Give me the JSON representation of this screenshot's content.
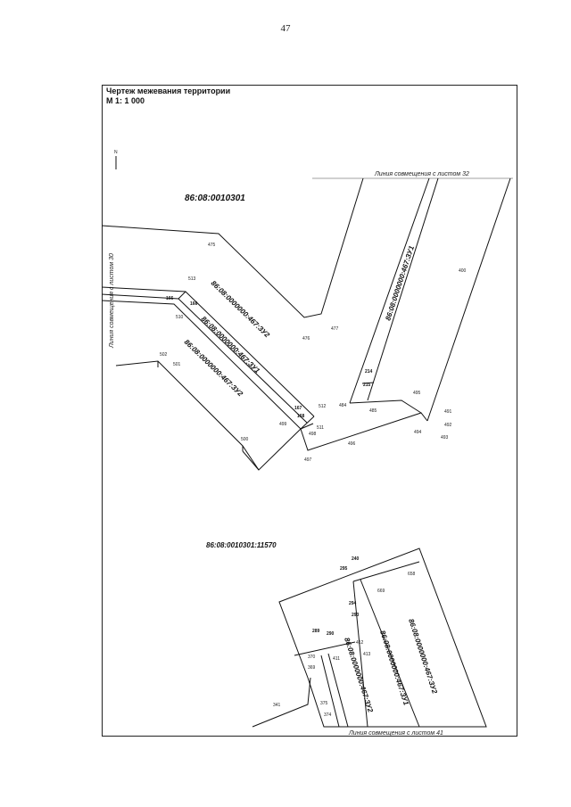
{
  "page": {
    "number": "47"
  },
  "header": {
    "title": "Чертеж межевания территории",
    "scale": "М 1: 1 000"
  },
  "north_arrow": {
    "label": "N"
  },
  "junctions": {
    "sheet32": "Линия совмещения с листом 32",
    "sheet30": "Линия совмещения с листом 30",
    "sheet41": "Линия совмещения с листом 41"
  },
  "zones": {
    "top": "86:08:0010301",
    "bottom": "86:08:0010301:11570"
  },
  "parcels": {
    "zu2_upper": "86:08:0000000:467:ЗУ2",
    "zu1_upper": "86:08:0000000:467:ЗУ1",
    "zu2_lower": "86:08:0000000:467:ЗУ2",
    "zu1_right": "86:08:0000000:467:ЗУ1",
    "zu1_bottom": "86:08:0000000:467:ЗУ1",
    "zu2_bottom": "86:08:0000000:467:ЗУ2",
    "zu2_bottom_right": "86:08:0000000:467:ЗУ2"
  },
  "points": {
    "p475": "475",
    "p476": "476",
    "p477": "477",
    "p513": "513",
    "p166a": "166",
    "p166b": "166",
    "p510": "510",
    "p502": "502",
    "p501": "501",
    "p500": "500",
    "p497": "497",
    "p498": "498",
    "p499": "499",
    "p511": "511",
    "p512": "512",
    "p167": "167",
    "p168": "168",
    "p496": "496",
    "p484": "484",
    "p485": "485",
    "p214": "214",
    "p215": "215",
    "p495": "495",
    "p491": "491",
    "p492": "492",
    "p493": "493",
    "p494": "494",
    "p400": "400",
    "p240": "240",
    "p295": "295",
    "p658": "658",
    "p669": "669",
    "p294": "294",
    "p293": "293",
    "p289": "289",
    "p290": "290",
    "p412": "412",
    "p413": "413",
    "p370": "370",
    "p369": "369",
    "p411": "411",
    "p341": "341",
    "p375": "375",
    "p374": "374"
  }
}
